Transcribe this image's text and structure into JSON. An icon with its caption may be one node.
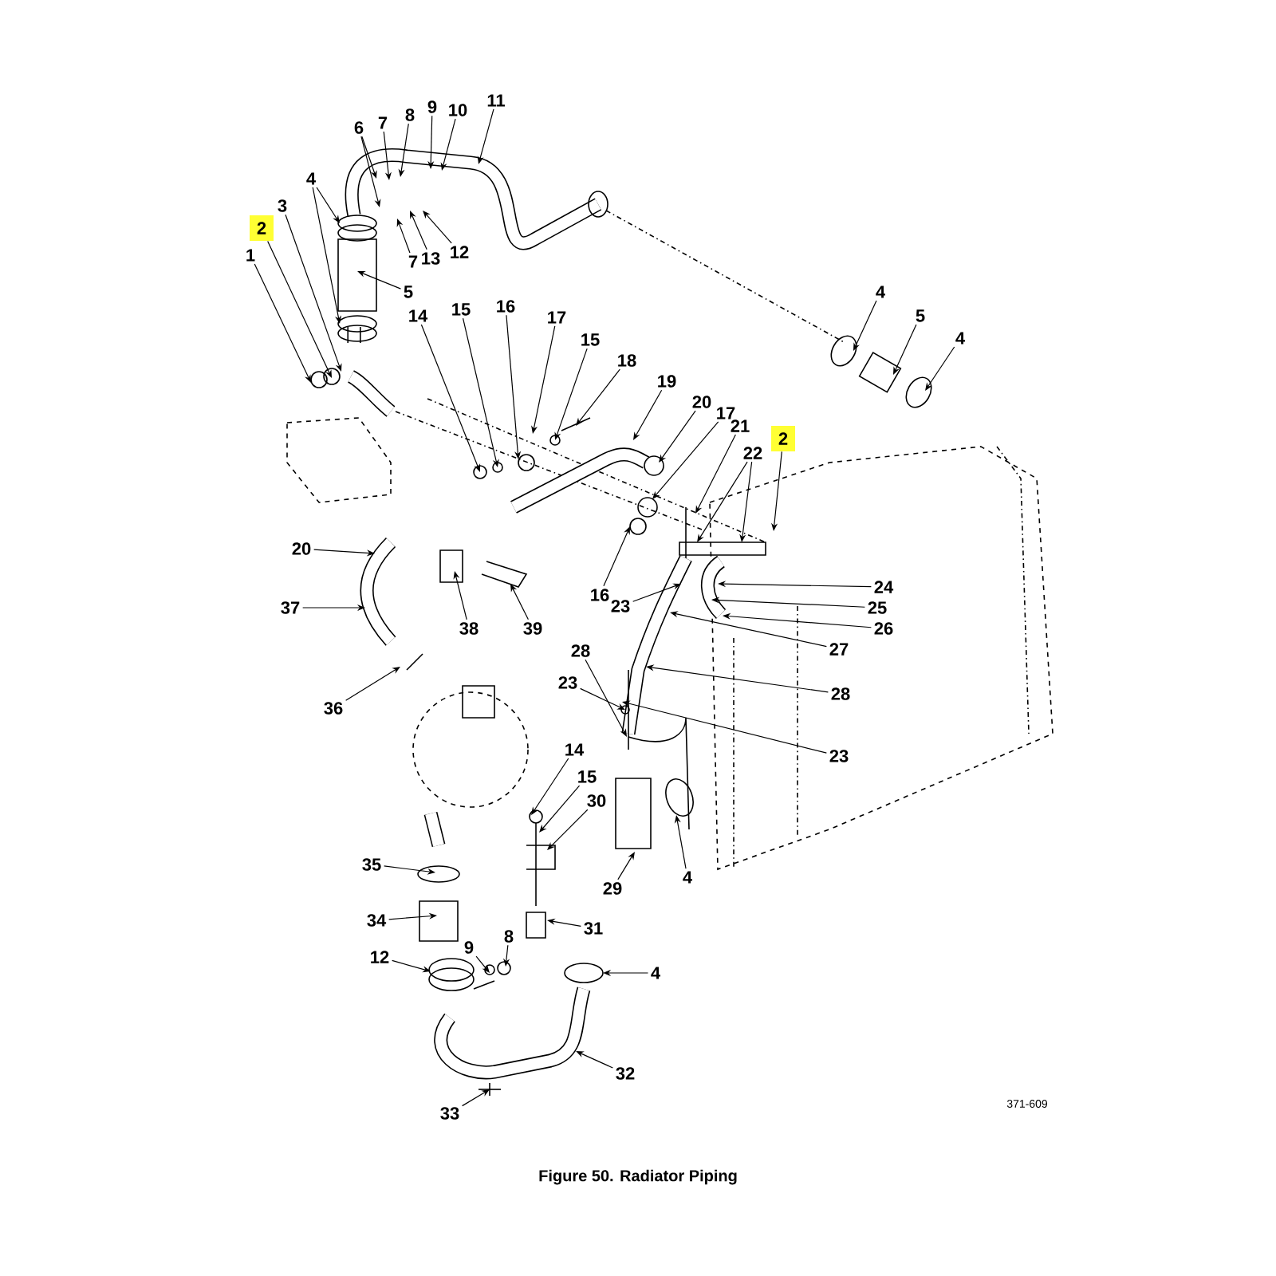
{
  "diagram": {
    "title": "Figure 50. Radiator Piping",
    "nodes": [
      {
        "text": [
          "11"
        ]
      },
      {
        "text": [
          "9"
        ]
      },
      {
        "text": [
          "10"
        ]
      },
      {
        "text": [
          "8"
        ]
      },
      {
        "text": [
          "7"
        ]
      },
      {
        "text": [
          "6"
        ]
      },
      {
        "text": [
          "4"
        ]
      },
      {
        "text": [
          "3"
        ]
      },
      {
        "text": [
          "2"
        ]
      },
      {
        "text": [
          "1"
        ]
      },
      {
        "text": [
          "7"
        ]
      },
      {
        "text": [
          "13"
        ]
      },
      {
        "text": [
          "12"
        ]
      },
      {
        "text": [
          "5"
        ]
      },
      {
        "text": [
          "4"
        ]
      },
      {
        "text": [
          "5"
        ]
      },
      {
        "text": [
          "4"
        ]
      },
      {
        "text": [
          "14"
        ]
      },
      {
        "text": [
          "15"
        ]
      },
      {
        "text": [
          "16"
        ]
      },
      {
        "text": [
          "17"
        ]
      },
      {
        "text": [
          "15"
        ]
      },
      {
        "text": [
          "18"
        ]
      },
      {
        "text": [
          "19"
        ]
      },
      {
        "text": [
          "20"
        ]
      },
      {
        "text": [
          "17"
        ]
      },
      {
        "text": [
          "21"
        ]
      },
      {
        "text": [
          "22"
        ]
      },
      {
        "text": [
          "2"
        ]
      },
      {
        "text": [
          "20"
        ]
      },
      {
        "text": [
          "37"
        ]
      },
      {
        "text": [
          "38"
        ]
      },
      {
        "text": [
          "39"
        ]
      },
      {
        "text": [
          "16"
        ]
      },
      {
        "text": [
          "23"
        ]
      },
      {
        "text": [
          "24"
        ]
      },
      {
        "text": [
          "25"
        ]
      },
      {
        "text": [
          "26"
        ]
      },
      {
        "text": [
          "27"
        ]
      },
      {
        "text": [
          "28"
        ]
      },
      {
        "text": [
          "28"
        ]
      },
      {
        "text": [
          "23"
        ]
      },
      {
        "text": [
          "23"
        ]
      },
      {
        "text": [
          "36"
        ]
      },
      {
        "text": [
          "14"
        ]
      },
      {
        "text": [
          "15"
        ]
      },
      {
        "text": [
          "30"
        ]
      },
      {
        "text": [
          "29"
        ]
      },
      {
        "text": [
          "4"
        ]
      },
      {
        "text": [
          "35"
        ]
      },
      {
        "text": [
          "34"
        ]
      },
      {
        "text": [
          "31"
        ]
      },
      {
        "text": [
          "9"
        ]
      },
      {
        "text": [
          "8"
        ]
      },
      {
        "text": [
          "12"
        ]
      },
      {
        "text": [
          "4"
        ]
      },
      {
        "text": [
          "32"
        ]
      },
      {
        "text": [
          "33"
        ]
      }
    ],
    "edges": [
      {
        "from": 0,
        "to": null,
        "arrow": "to"
      },
      {
        "from": 1,
        "to": null,
        "arrow": "to"
      },
      {
        "from": 2,
        "to": null,
        "arrow": "to"
      },
      {
        "from": 3,
        "to": null,
        "arrow": "to"
      },
      {
        "from": 4,
        "to": null,
        "arrow": "to"
      },
      {
        "from": 5,
        "to": null,
        "arrow": "to"
      },
      {
        "from": 5,
        "to": null,
        "arrow": "to"
      },
      {
        "from": 6,
        "to": null,
        "arrow": "to"
      },
      {
        "from": 6,
        "to": null,
        "arrow": "to"
      },
      {
        "from": 7,
        "to": null,
        "arrow": "to"
      },
      {
        "from": 8,
        "to": null,
        "arrow": "to"
      },
      {
        "from": 9,
        "to": null,
        "arrow": "to"
      },
      {
        "from": 10,
        "to": null,
        "arrow": "to"
      },
      {
        "from": 11,
        "to": null,
        "arrow": "to"
      },
      {
        "from": 12,
        "to": null,
        "arrow": "to"
      },
      {
        "from": 13,
        "to": null,
        "arrow": "to"
      },
      {
        "from": 14,
        "to": null,
        "arrow": "to"
      },
      {
        "from": 15,
        "to": null,
        "arrow": "to"
      },
      {
        "from": 16,
        "to": null,
        "arrow": "to"
      },
      {
        "from": 17,
        "to": null,
        "arrow": "to"
      },
      {
        "from": 18,
        "to": null,
        "arrow": "to"
      },
      {
        "from": 19,
        "to": null,
        "arrow": "to"
      },
      {
        "from": 20,
        "to": null,
        "arrow": "to"
      },
      {
        "from": 21,
        "to": null,
        "arrow": "to"
      },
      {
        "from": 22,
        "to": null,
        "arrow": "to"
      },
      {
        "from": 23,
        "to": null,
        "arrow": "to"
      },
      {
        "from": 24,
        "to": null,
        "arrow": "to"
      },
      {
        "from": 25,
        "to": null,
        "arrow": "to"
      },
      {
        "from": 26,
        "to": null,
        "arrow": "to"
      },
      {
        "from": 27,
        "to": null,
        "arrow": "to"
      },
      {
        "from": 27,
        "to": null,
        "arrow": "to"
      },
      {
        "from": 28,
        "to": null,
        "arrow": "to"
      },
      {
        "from": 29,
        "to": null,
        "arrow": "to"
      },
      {
        "from": 30,
        "to": null,
        "arrow": "to"
      },
      {
        "from": 31,
        "to": null,
        "arrow": "to"
      },
      {
        "from": 32,
        "to": null,
        "arrow": "to"
      },
      {
        "from": 33,
        "to": null,
        "arrow": "to"
      },
      {
        "from": 34,
        "to": null,
        "arrow": "to"
      },
      {
        "from": 35,
        "to": null,
        "arrow": "to"
      },
      {
        "from": 36,
        "to": null,
        "arrow": "to"
      },
      {
        "from": 37,
        "to": null,
        "arrow": "to"
      },
      {
        "from": 38,
        "to": null,
        "arrow": "to"
      },
      {
        "from": 39,
        "to": null,
        "arrow": "to"
      },
      {
        "from": 40,
        "to": null,
        "arrow": "to"
      },
      {
        "from": 41,
        "to": null,
        "arrow": "to"
      },
      {
        "from": 42,
        "to": null,
        "arrow": "to"
      },
      {
        "from": 43,
        "to": null,
        "arrow": "to"
      },
      {
        "from": 44,
        "to": null,
        "arrow": "to"
      },
      {
        "from": 45,
        "to": null,
        "arrow": "to"
      },
      {
        "from": 46,
        "to": null,
        "arrow": "to"
      },
      {
        "from": 47,
        "to": null,
        "arrow": "to"
      },
      {
        "from": 48,
        "to": null,
        "arrow": "to"
      },
      {
        "from": 49,
        "to": null,
        "arrow": "to"
      },
      {
        "from": 50,
        "to": null,
        "arrow": "to"
      },
      {
        "from": 51,
        "to": null,
        "arrow": "to"
      },
      {
        "from": 52,
        "to": null,
        "arrow": "to"
      },
      {
        "from": 53,
        "to": null,
        "arrow": "to"
      },
      {
        "from": 54,
        "to": null,
        "arrow": "to"
      },
      {
        "from": 55,
        "to": null,
        "arrow": "to"
      },
      {
        "from": 56,
        "to": null,
        "arrow": "to"
      },
      {
        "from": 57,
        "to": null,
        "arrow": "to"
      }
    ],
    "labels": [
      "371-609"
    ]
  }
}
